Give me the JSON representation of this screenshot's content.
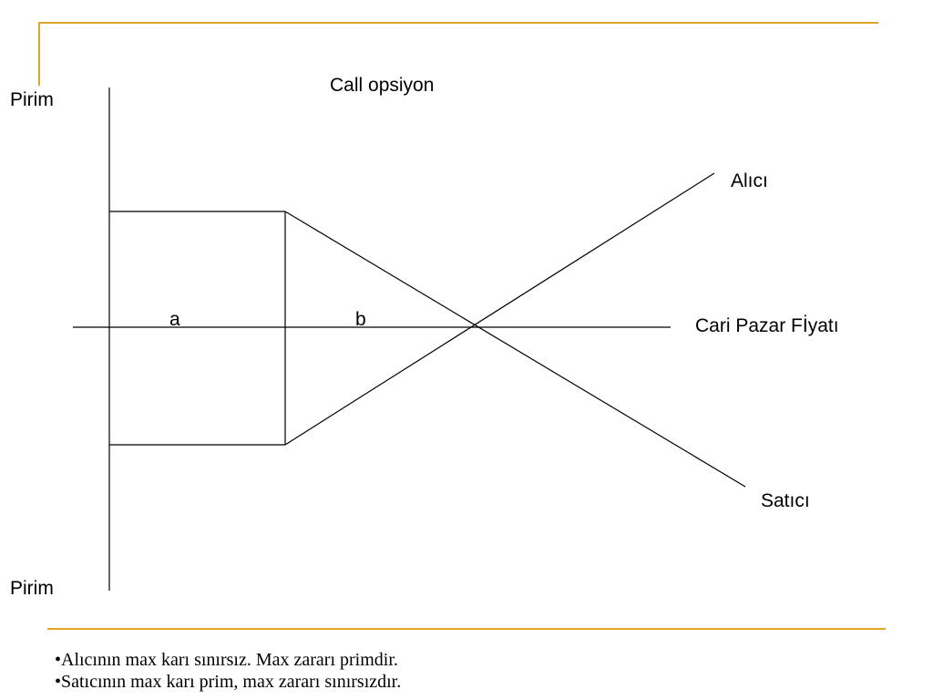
{
  "colors": {
    "accent": "#E0A526",
    "line": "#000000",
    "background": "#FFFFFF"
  },
  "diagram": {
    "title": "Call opsiyon",
    "y_axis_top_label": "Pirim",
    "y_axis_bottom_label": "Pirim",
    "x_axis_label": "Cari Pazar Fİyatı",
    "region_a_label": "a",
    "region_b_label": "b",
    "buyer_line_label": "Alıcı",
    "seller_line_label": "Satıcı"
  },
  "notes": [
    "•Alıcının max karı sınırsız. Max zararı primdir.",
    "•Satıcının max karı prim, max zararı sınırsızdır."
  ]
}
